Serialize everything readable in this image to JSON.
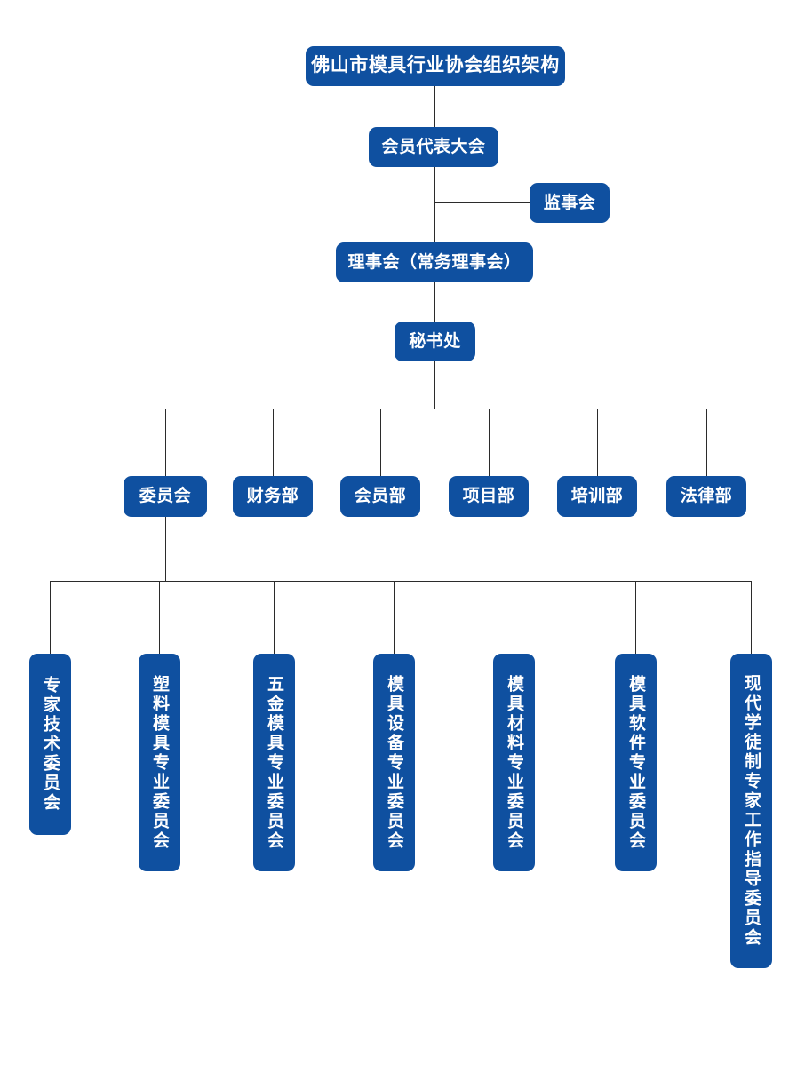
{
  "chart_title": "佛山市模具行业协会组织架构",
  "theme": {
    "node_fill": "#0F50A0",
    "node_text": "#FFFFFF",
    "connector": "#2B2B2B",
    "background": "#FFFFFF"
  },
  "org_chart": {
    "type": "org-hierarchy",
    "orientation": "top-down",
    "levels": [
      {
        "level": 0,
        "nodes": [
          "佛山市模具行业协会组织架构"
        ]
      },
      {
        "level": 1,
        "nodes": [
          "会员代表大会"
        ]
      },
      {
        "level": 2,
        "nodes": [
          "监事会",
          "理事会（常务理事会）"
        ]
      },
      {
        "level": 3,
        "nodes": [
          "秘书处"
        ]
      },
      {
        "level": 4,
        "nodes": [
          "委员会",
          "财务部",
          "会员部",
          "项目部",
          "培训部",
          "法律部"
        ]
      },
      {
        "level": 5,
        "nodes": [
          "专家技术委员会",
          "塑料模具专业委员会",
          "五金模具专业委员会",
          "模具设备专业委员会",
          "模具材料专业委员会",
          "模具软件专业委员会",
          "现代学徒制专家工作指导委员会"
        ]
      }
    ]
  },
  "nodes": {
    "root": {
      "label": "佛山市模具行业协会组织架构"
    },
    "assembly": {
      "label": "会员代表大会"
    },
    "supervisory": {
      "label": "监事会"
    },
    "council": {
      "label": "理事会（常务理事会）"
    },
    "secretariat": {
      "label": "秘书处"
    },
    "departments": [
      {
        "id": "committee",
        "label": "委员会"
      },
      {
        "id": "finance",
        "label": "财务部"
      },
      {
        "id": "membership",
        "label": "会员部"
      },
      {
        "id": "project",
        "label": "项目部"
      },
      {
        "id": "training",
        "label": "培训部"
      },
      {
        "id": "legal",
        "label": "法律部"
      }
    ],
    "subcommittees": [
      {
        "id": "expert-tech",
        "label": "专家技术委员会"
      },
      {
        "id": "plastic-mold",
        "label": "塑料模具专业委员会"
      },
      {
        "id": "hardware-mold",
        "label": "五金模具专业委员会"
      },
      {
        "id": "mold-equipment",
        "label": "模具设备专业委员会"
      },
      {
        "id": "mold-material",
        "label": "模具材料专业委员会"
      },
      {
        "id": "mold-software",
        "label": "模具软件专业委员会"
      },
      {
        "id": "apprenticeship",
        "label": "现代学徒制专家工作指导委员会"
      }
    ]
  }
}
